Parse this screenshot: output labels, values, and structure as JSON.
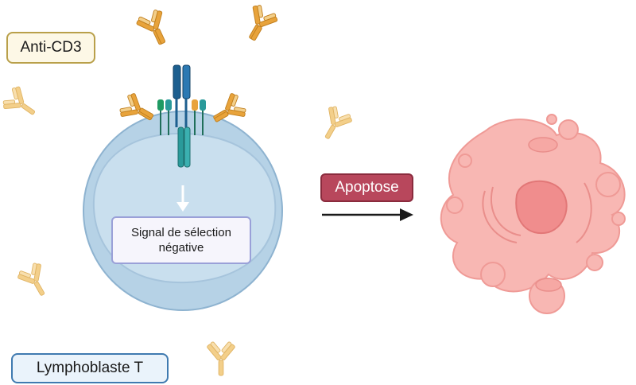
{
  "labels": {
    "antibody": "Anti-CD3",
    "cell": "Lymphoblaste T",
    "signal_line1": "Signal de sélection",
    "signal_line2": "négative",
    "process": "Apoptose"
  },
  "colors": {
    "antibody_gold": "#e8a33b",
    "antibody_light": "#f3cf8a",
    "cell_outer": "#b6d2e6",
    "cell_inner": "#c9dfee",
    "tcr_blue": "#1d5f8f",
    "cd3_teal": "#2a9a9a",
    "cd3_green": "#1f9a63",
    "apoptotic_pink": "#f5a9a6",
    "nucleus_pink": "#f08d8d",
    "process_label": "#b8475c"
  },
  "icons": {
    "antibody": "y-shaped-antibody-icon",
    "receptor": "tcr-cd3-complex-icon",
    "arrow": "right-arrow-icon"
  }
}
